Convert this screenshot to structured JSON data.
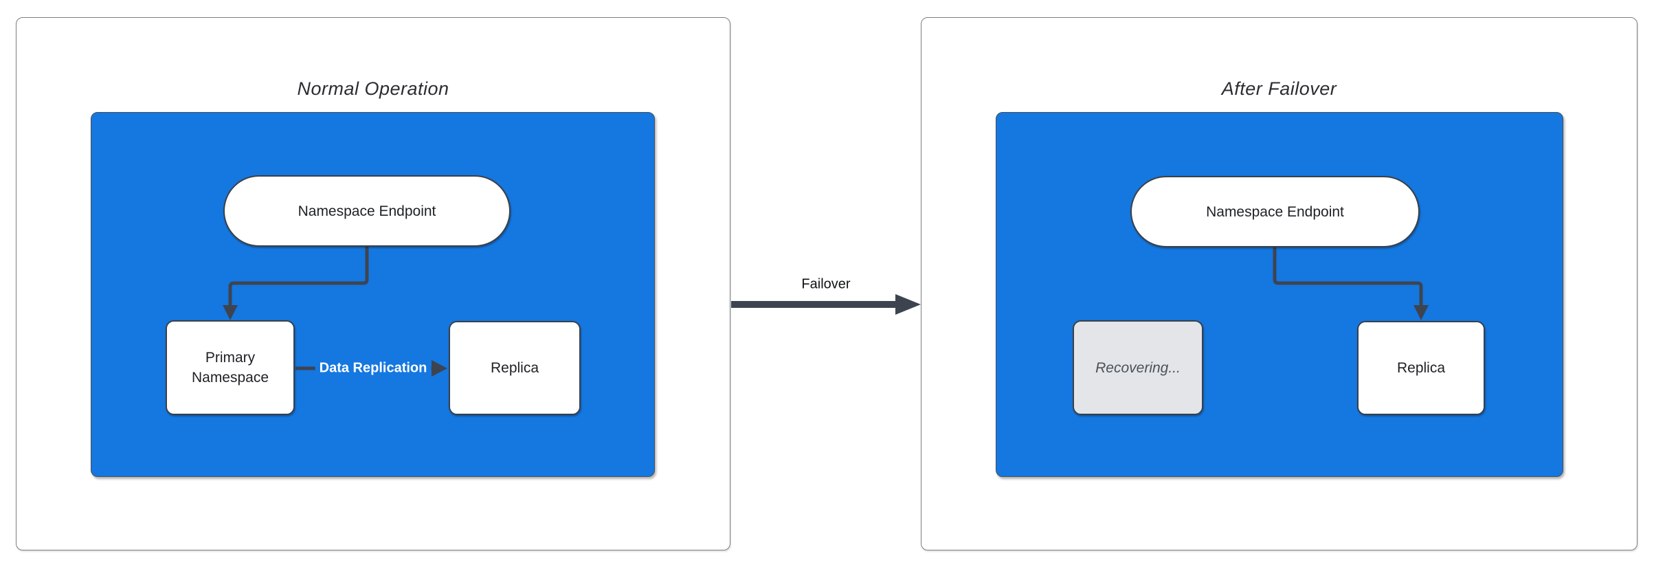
{
  "diagram": {
    "kind": "namespace-failover-diagram",
    "colors": {
      "container_fill": "#1577e0",
      "arrow_stroke": "#3d4450",
      "panel_border": "#7e7e7e",
      "shape_fill": "#ffffff",
      "recovering_fill": "#e3e5e8",
      "shape_label_text": "#1d2025",
      "replication_label_text": "#ffffff"
    },
    "left_panel": {
      "title": "Normal Operation",
      "nodes": {
        "endpoint": "Namespace Endpoint",
        "primary": "Primary Namespace",
        "replica": "Replica"
      },
      "edges": {
        "replication_label": "Data Replication"
      }
    },
    "transition": {
      "label": "Failover"
    },
    "right_panel": {
      "title": "After Failover",
      "nodes": {
        "endpoint": "Namespace Endpoint",
        "recovering": "Recovering...",
        "replica": "Replica"
      }
    }
  }
}
